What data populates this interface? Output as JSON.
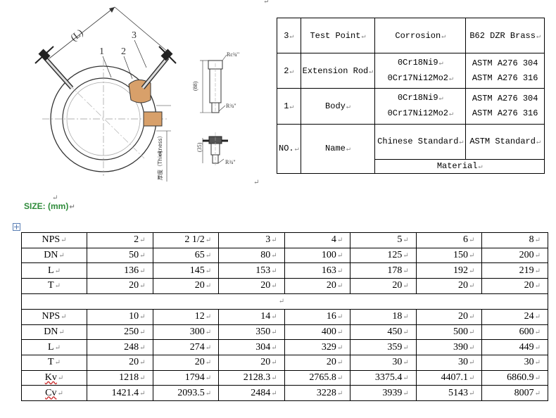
{
  "drawing": {
    "callouts": [
      "1",
      "2",
      "3"
    ],
    "dim_length": "(L)",
    "thickness_label": "厚度（Thickness）",
    "thickness_letter": "T",
    "rc_label": "Rc¾\"",
    "r_label": "R¾\"",
    "r2_label": "R¾\"",
    "dim_88": "(88)",
    "dim_35": "(35)"
  },
  "materials_table": {
    "rows": [
      {
        "no": "3",
        "name": "Test Point",
        "cn": [
          "Corrosion"
        ],
        "astm": [
          "B62 DZR Brass"
        ]
      },
      {
        "no": "2",
        "name": "Extension Rod",
        "cn": [
          "0Cr18Ni9",
          "0Cr17Ni12Mo2"
        ],
        "astm": [
          "ASTM A276 304",
          "ASTM A276 316"
        ]
      },
      {
        "no": "1",
        "name": "Body",
        "cn": [
          "0Cr18Ni9",
          "0Cr17Ni12Mo2"
        ],
        "astm": [
          "ASTM A276 304",
          "ASTM A276 316"
        ]
      }
    ],
    "header": {
      "no": "NO.",
      "name": "Name",
      "cn": "Chinese Standard",
      "astm": "ASTM Standard",
      "material": "Material"
    }
  },
  "size_title": "SIZE: (mm)",
  "size_table": {
    "part1": {
      "rows": [
        {
          "label": "NPS",
          "values": [
            "2",
            "2 1/2",
            "3",
            "4",
            "5",
            "6",
            "8"
          ]
        },
        {
          "label": "DN",
          "values": [
            "50",
            "65",
            "80",
            "100",
            "125",
            "150",
            "200"
          ]
        },
        {
          "label": "L",
          "values": [
            "136",
            "145",
            "153",
            "163",
            "178",
            "192",
            "219"
          ]
        },
        {
          "label": "T",
          "values": [
            "20",
            "20",
            "20",
            "20",
            "20",
            "20",
            "20"
          ]
        }
      ]
    },
    "part2": {
      "rows": [
        {
          "label": "NPS",
          "values": [
            "10",
            "12",
            "14",
            "16",
            "18",
            "20",
            "24"
          ]
        },
        {
          "label": "DN",
          "values": [
            "250",
            "300",
            "350",
            "400",
            "450",
            "500",
            "600"
          ]
        },
        {
          "label": "L",
          "values": [
            "248",
            "274",
            "304",
            "329",
            "359",
            "390",
            "449"
          ]
        },
        {
          "label": "T",
          "values": [
            "20",
            "20",
            "20",
            "20",
            "30",
            "30",
            "30"
          ]
        },
        {
          "label": "Kv",
          "values": [
            "1218",
            "1794",
            "2128.3",
            "2765.8",
            "3375.4",
            "4407.1",
            "6860.9"
          ]
        },
        {
          "label": "Cv",
          "values": [
            "1421.4",
            "2093.5",
            "2484",
            "3228",
            "3939",
            "5143",
            "8007"
          ]
        }
      ]
    }
  }
}
